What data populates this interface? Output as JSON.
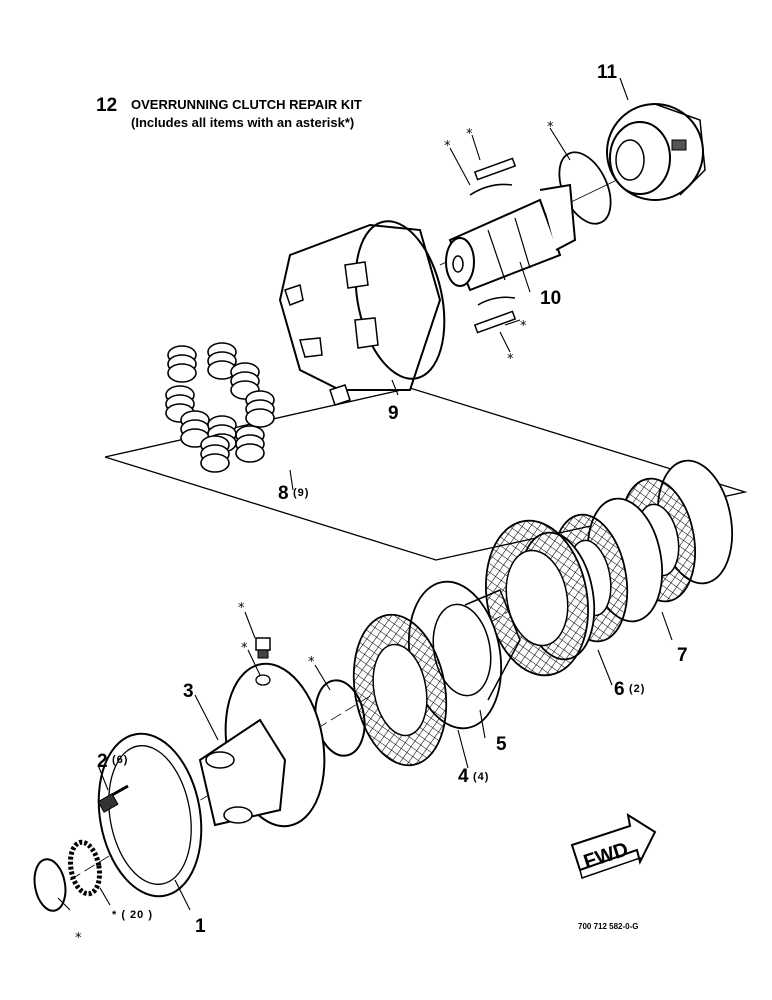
{
  "kit": {
    "number": "12",
    "title": "OVERRUNNING CLUTCH REPAIR KIT",
    "subtitle": "(Includes all items with an asterisk*)"
  },
  "callouts": {
    "n1": "1",
    "n2": "2",
    "q2": "(6)",
    "n3": "3",
    "n4": "4",
    "q4": "(4)",
    "n5": "5",
    "n6": "6",
    "q6": "(2)",
    "n7": "7",
    "n8": "8",
    "q8": "(9)",
    "n9": "9",
    "n10": "10",
    "n11": "11",
    "q20": "* ( 20 )"
  },
  "asterisk": "*",
  "fwd_label": "FWD",
  "drawing_code": "700 712 582-0-G"
}
